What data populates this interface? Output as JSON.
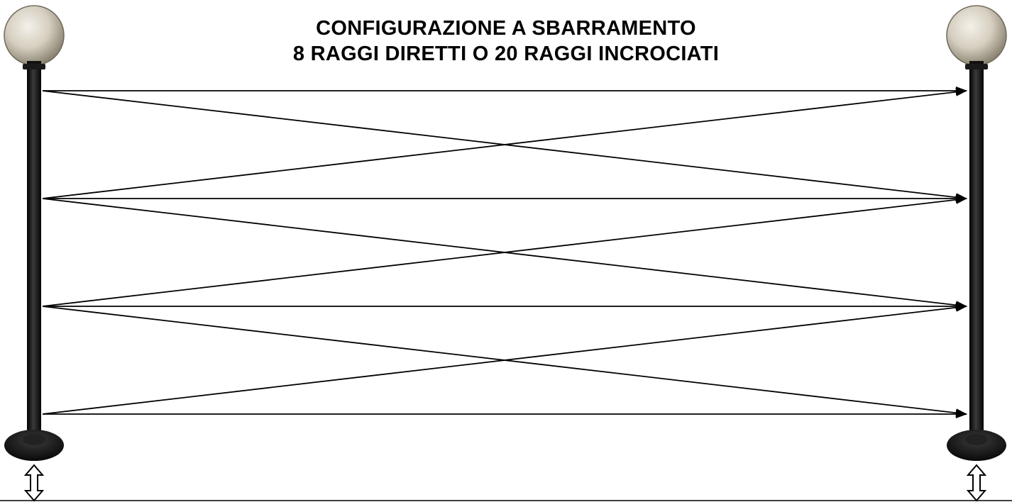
{
  "title": {
    "line1": "CONFIGURAZIONE A SBARRAMENTO",
    "line2": "8 RAGGI DIRETTI O 20 RAGGI INCROCIATI"
  },
  "diagram": {
    "posts": [
      {
        "id": "left",
        "icon": "lamp-post-icon"
      },
      {
        "id": "right",
        "icon": "lamp-post-icon"
      }
    ],
    "beam_levels": 4,
    "beam_arrow_direction": "left-to-right",
    "mount_icons": [
      "vertical-double-arrow-icon",
      "vertical-double-arrow-icon"
    ],
    "colors": {
      "post": "#111111",
      "globe": "#d8d2c4",
      "beam": "#000000",
      "background": "#ffffff"
    }
  }
}
